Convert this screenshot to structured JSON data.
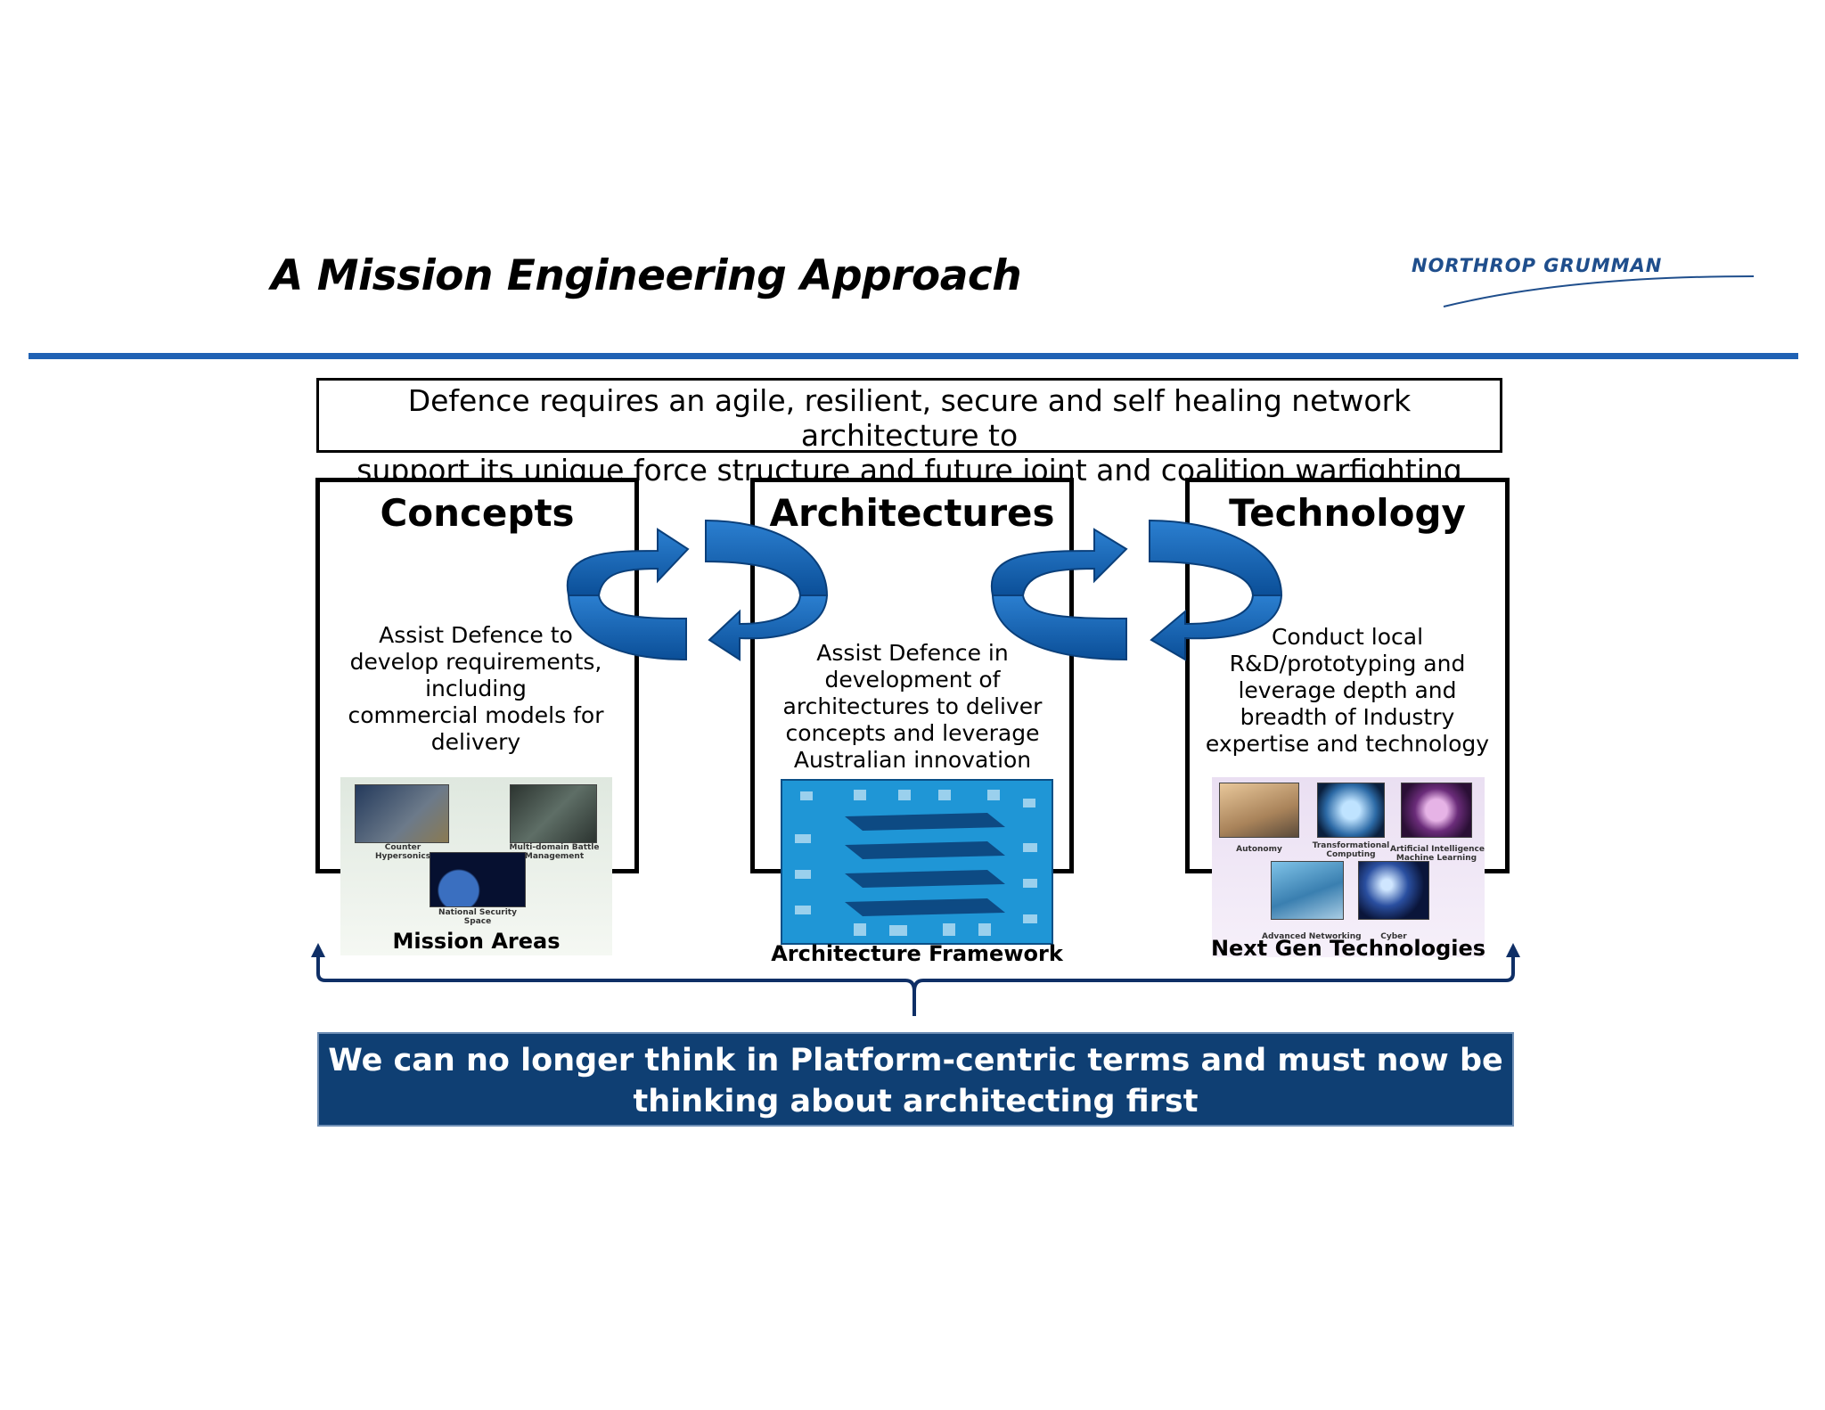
{
  "header": {
    "title": "A Mission Engineering Approach",
    "logo_text": "NORTHROP GRUMMAN",
    "rule_color": "#2062b4"
  },
  "banner": {
    "line1": "Defence requires an agile, resilient, secure and self healing network architecture to",
    "line2": "support its unique force structure and future joint and coalition warfighting needs"
  },
  "concepts": {
    "title": "Concepts",
    "desc_lines": [
      "Assist Defence to",
      "develop requirements,",
      "including",
      "commercial models for",
      "delivery"
    ],
    "panel_label": "Mission Areas",
    "captions": {
      "counter_hypersonics": [
        "Counter",
        "Hypersonics"
      ],
      "battle_management": [
        "Multi-domain Battle",
        "Management"
      ],
      "security_space": [
        "National Security",
        "Space"
      ]
    }
  },
  "architectures": {
    "title": "Architectures",
    "desc_lines": [
      "Assist Defence in",
      "development of",
      "architectures to deliver",
      "concepts and leverage",
      "Australian innovation"
    ],
    "panel_label": "Architecture Framework"
  },
  "technology": {
    "title": "Technology",
    "desc_lines": [
      "Conduct local",
      "R&D/prototyping and",
      "leverage depth and",
      "breadth of Industry",
      "expertise and technology"
    ],
    "panel_label": "Next Gen Technologies",
    "captions": {
      "autonomy": [
        "Autonomy"
      ],
      "transformational_computing": [
        "Transformational",
        "Computing"
      ],
      "ai_ml": [
        "Artificial Intelligence /",
        "Machine Learning"
      ],
      "advanced_networking": [
        "Advanced Networking"
      ],
      "cyber": [
        "Cyber"
      ]
    }
  },
  "bottom_banner": {
    "line1": "We can no longer think in Platform-centric terms and must now be",
    "line2": "thinking about architecting first"
  },
  "colors": {
    "arrow_blue": "#0e5aa7",
    "bottom_bg": "#0f3f73",
    "brace": "#0f2f66"
  }
}
